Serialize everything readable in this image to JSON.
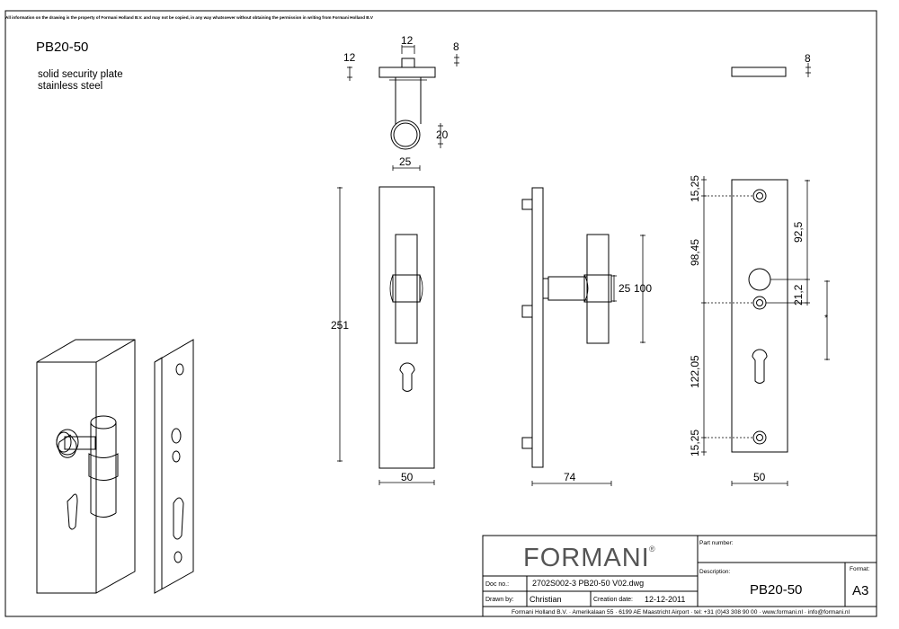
{
  "notice": "All information on the drawing is the property of Formani Holland B.V. and may not be copied, in any way whatsoever without obtaining the permission in writing from Formani Holland B.V",
  "header": {
    "model": "PB20-50",
    "line1": "solid security plate",
    "line2": "stainless steel"
  },
  "dims": {
    "top_12a": "12",
    "top_12b": "12",
    "top_8": "8",
    "top_20": "20",
    "top_25": "25",
    "plate_8": "8",
    "front_251": "251",
    "front_50": "50",
    "side_25": "25",
    "side_100": "100",
    "side_74": "74",
    "back_1525_top": "15,25",
    "back_9845": "98,45",
    "back_925": "92,5",
    "back_212": "21,2",
    "back_12205": "122,05",
    "back_1525_bot": "15,25",
    "back_star": "*",
    "back_50": "50"
  },
  "title_block": {
    "brand": "FORMANI",
    "registered": "®",
    "doc_no_label": "Doc no.:",
    "doc_no": "2702S002-3 PB20-50 V02.dwg",
    "drawn_by_label": "Drawn by:",
    "drawn_by": "Christian",
    "creation_label": "Creation date:",
    "creation_date": "12-12-2011",
    "part_number_label": "Part number:",
    "description_label": "Description:",
    "description": "PB20-50",
    "format_label": "Format:",
    "format": "A3",
    "footer": "Formani Holland B.V. · Amerikalaan 55 · 6199 AE Maastricht Airport · tel: +31 (0)43 308 90 00 · www.formani.nl · info@formani.nl"
  }
}
